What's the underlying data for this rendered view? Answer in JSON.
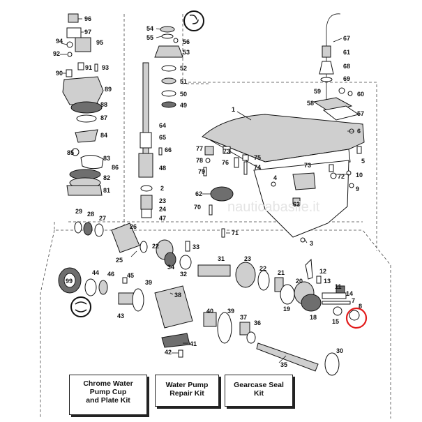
{
  "diagram": {
    "watermark": "nauticabasile.it",
    "callouts": {
      "c96": "96",
      "c97": "97",
      "c94": "94",
      "c95": "95",
      "c92": "92",
      "c91": "91",
      "c93": "93",
      "c90": "90",
      "c89": "89",
      "c88": "88",
      "c87": "87",
      "c84": "84",
      "c85": "85",
      "c83": "83",
      "c86": "86",
      "c82": "82",
      "c81": "81",
      "c54": "54",
      "c55": "55",
      "c56": "56",
      "c53": "53",
      "c52": "52",
      "c51": "51",
      "c50": "50",
      "c49": "49",
      "c64": "64",
      "c65": "65",
      "c66": "66",
      "c48": "48",
      "c2": "2",
      "c23": "23",
      "c24": "24",
      "c47": "47",
      "c67": "67",
      "c61": "61",
      "c68": "68",
      "c69": "69",
      "c59": "59",
      "c60": "60",
      "c58": "58",
      "c57": "57",
      "c1": "1",
      "c6": "6",
      "c4": "4",
      "c5": "5",
      "c10": "10",
      "c9": "9",
      "c3": "3",
      "c63": "63",
      "c72": "72",
      "c73a": "73",
      "c73b": "73",
      "c77": "77",
      "c78": "78",
      "c79": "79",
      "c76": "76",
      "c75": "75",
      "c74": "74",
      "c62": "62",
      "c70": "70",
      "c71": "71",
      "c29": "29",
      "c28": "28",
      "c27": "27",
      "c26": "26",
      "c25": "25",
      "c22": "22",
      "c33": "33",
      "c34": "34",
      "c32": "32",
      "c31": "31",
      "c23b": "23",
      "c22b": "22",
      "c21": "21",
      "c12": "12",
      "c13": "13",
      "c20": "20",
      "c14": "14",
      "c11": "11",
      "c19": "19",
      "c18": "18",
      "c7": "7",
      "c8": "8",
      "c15": "15",
      "c99": "99",
      "c44": "44",
      "c46": "46",
      "c45": "45",
      "c43": "43",
      "c39a": "39",
      "c38": "38",
      "c40": "40",
      "c39b": "39",
      "c37": "37",
      "c36": "36",
      "c41": "41",
      "c42": "42",
      "c35": "35",
      "c30": "30"
    }
  },
  "kits": [
    {
      "label": "Chrome Water\nPump Cup\nand Plate Kit"
    },
    {
      "label": "Water Pump\nRepair Kit"
    },
    {
      "label": "Gearcase Seal\nKit"
    }
  ],
  "highlight_color": "#e21b1b"
}
